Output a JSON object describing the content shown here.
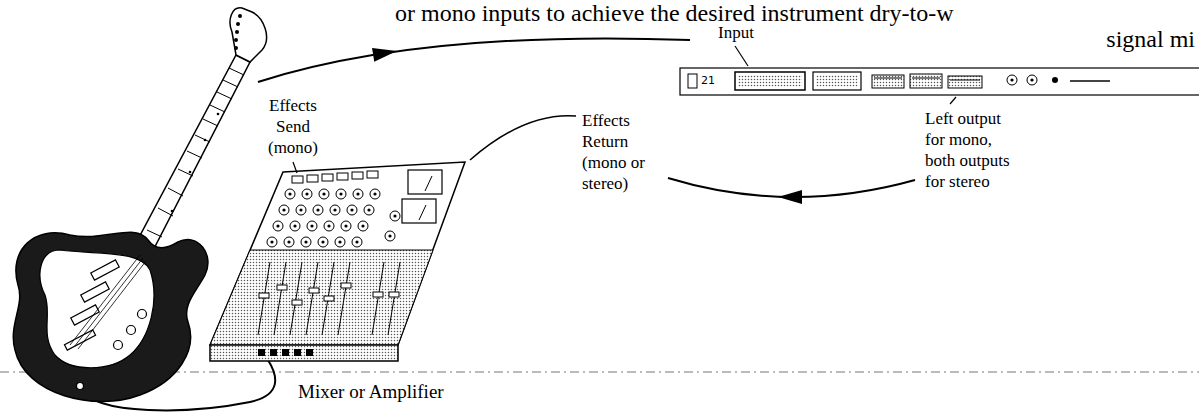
{
  "diagram": {
    "labels": [
      "or mono inputs to achieve the desired instrument dry-to-w",
      "signal mi",
      "Input",
      "21",
      "Effects Send (mono)",
      "Effects Return (mono or stereo)",
      "Left output for mono, both outputs for stereo",
      "Mixer or Amplifier"
    ]
  }
}
